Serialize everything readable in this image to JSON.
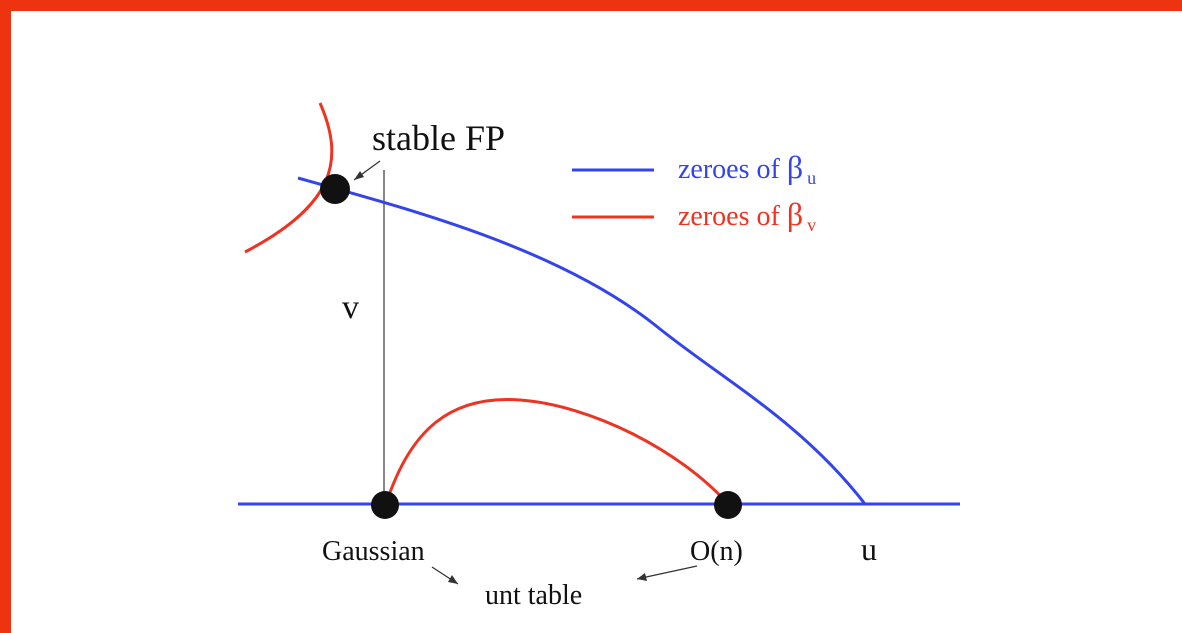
{
  "colors": {
    "frame": "#ee3311",
    "beta_u": "#3344ee",
    "beta_v": "#ee3322",
    "axis_line": "#3344ee",
    "v_axis": "#555555",
    "points": "#111111"
  },
  "labels": {
    "stable_fp": "stable FP",
    "v_axis": "v",
    "u_axis": "u",
    "gaussian": "Gaussian",
    "on": "O(n)",
    "unstable": "unt table"
  },
  "legend": {
    "beta_u": {
      "prefix": "zeroes of ",
      "symbol": "β",
      "subscript": "u"
    },
    "beta_v": {
      "prefix": "zeroes of ",
      "symbol": "β",
      "subscript": "v"
    }
  }
}
